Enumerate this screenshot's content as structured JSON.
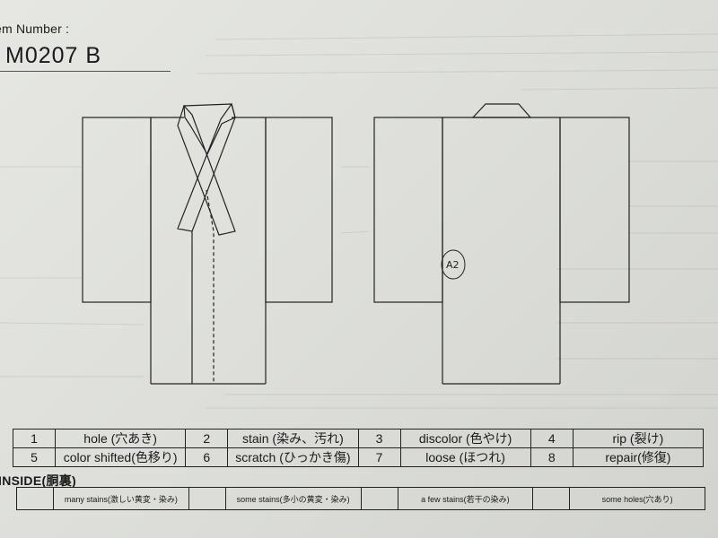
{
  "header": {
    "item_label": "em Number :",
    "item_number": "M0207  B"
  },
  "drawings": {
    "back_annotation": "A2"
  },
  "legend": {
    "rows": [
      [
        {
          "num": "1",
          "label": "hole (穴あき)"
        },
        {
          "num": "2",
          "label": "stain (染み、汚れ)"
        },
        {
          "num": "3",
          "label": "discolor (色やけ)"
        },
        {
          "num": "4",
          "label": "rip (裂け)"
        }
      ],
      [
        {
          "num": "5",
          "label": "color shifted(色移り)"
        },
        {
          "num": "6",
          "label": "scratch (ひっかき傷)"
        },
        {
          "num": "7",
          "label": "loose (ほつれ)"
        },
        {
          "num": "8",
          "label": "repair(修復)"
        }
      ]
    ]
  },
  "inside": {
    "title": "INSIDE(胴裏)",
    "options": [
      "many stains(激しい黄変・染み)",
      "some stains(多小の黄変・染み)",
      "a few stains(若干の染み)",
      "some holes(穴あり)"
    ]
  }
}
